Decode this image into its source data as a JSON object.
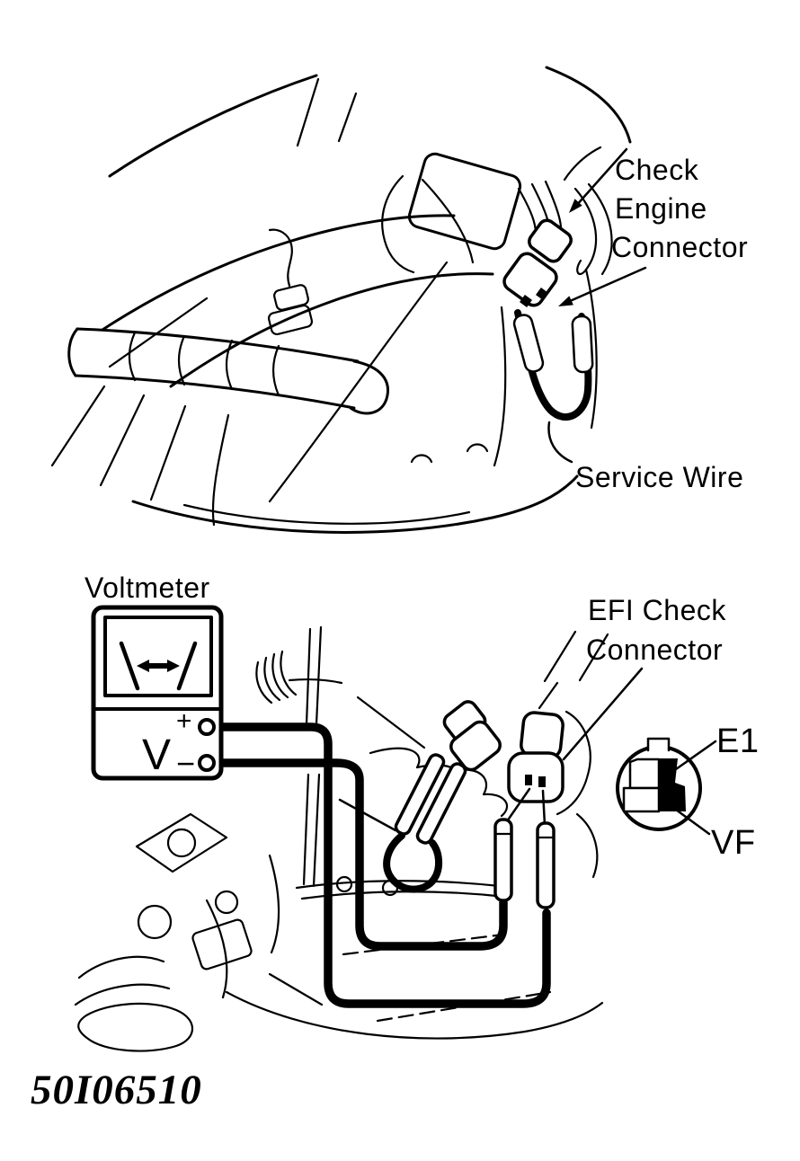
{
  "figure": {
    "code": "50I06510",
    "colors": {
      "ink": "#000000",
      "paper": "#ffffff"
    },
    "top_diagram": {
      "description": "Engine bay view showing check engine connector with service wire installed",
      "labels": {
        "check_engine_connector": {
          "l1": "Check",
          "l2": "Engine",
          "l3": "Connector"
        },
        "service_wire": "Service Wire"
      }
    },
    "bottom_diagram": {
      "description": "Voltmeter probes connected to EFI check connector terminals E1 and VF",
      "labels": {
        "voltmeter": "Voltmeter",
        "efi_check_connector": {
          "l1": "EFI Check",
          "l2": "Connector"
        },
        "pin_e1": "E1",
        "pin_vf": "VF"
      },
      "voltmeter_face": {
        "unit": "V",
        "plus": "+",
        "minus": "−"
      }
    }
  }
}
